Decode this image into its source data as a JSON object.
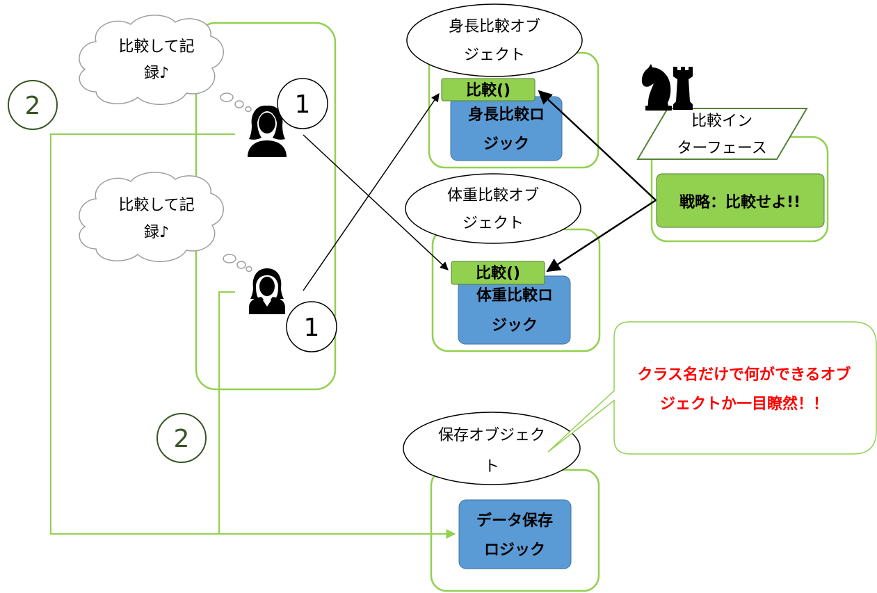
{
  "bubbles": {
    "upper": [
      "比較して記",
      "録♪"
    ],
    "lower": [
      "比較して記",
      "録♪"
    ]
  },
  "markers": {
    "one_upper": "1",
    "one_lower": "1",
    "two_left": "2",
    "two_mid": "2"
  },
  "objects": {
    "height": {
      "title": [
        "身長比較オブ",
        "ジェクト"
      ],
      "method": "比較()",
      "logic": [
        "身長比較ロ",
        "ジック"
      ]
    },
    "weight": {
      "title": [
        "体重比較オブ",
        "ジェクト"
      ],
      "method": "比較()",
      "logic": [
        "体重比較ロ",
        "ジック"
      ]
    },
    "save": {
      "title": [
        "保存オブジェク",
        "ト"
      ],
      "logic": [
        "データ保存",
        "ロジック"
      ]
    }
  },
  "interface": {
    "title": [
      "比較イン",
      "ターフェース"
    ],
    "strategy": "戦略：比較せよ!!"
  },
  "callout": {
    "lines": [
      "クラス名だけで何ができるオブ",
      "ジェクトか一目瞭然！！"
    ]
  },
  "colors": {
    "green_outline": "#92d050",
    "green_fill": "#92d050",
    "blue_fill": "#5b9bd5",
    "red_text": "#ff0000",
    "dark_green_marker": "#375623"
  },
  "icons": [
    "woman-icon",
    "person-icon",
    "chess-knight-icon",
    "chess-rook-icon"
  ]
}
